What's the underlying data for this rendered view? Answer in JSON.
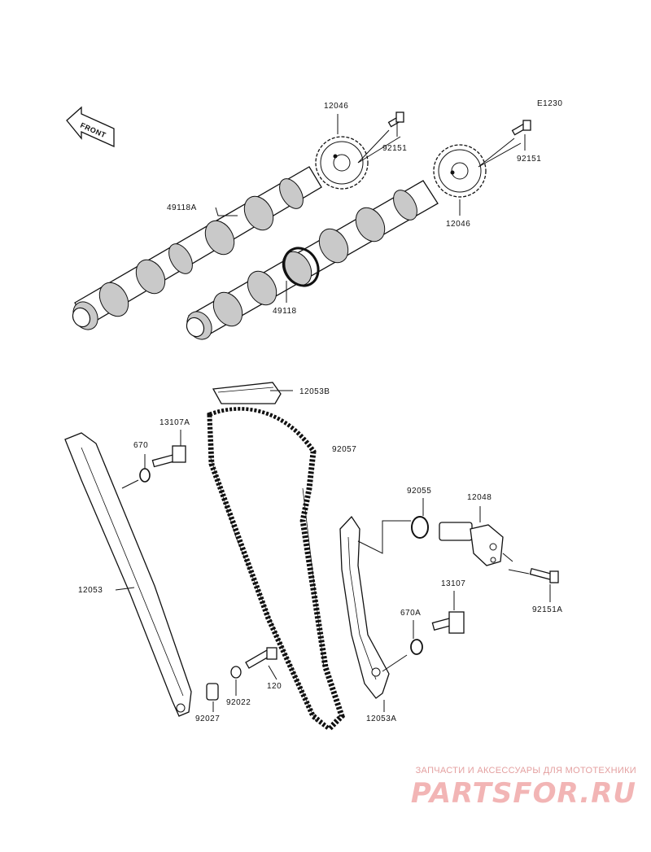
{
  "diagram_code": "E1230",
  "front_label": "FRONT",
  "parts": {
    "sprocket_upper": "12046",
    "bolt_upper": "92151",
    "camshaft_upper": "49118A",
    "sprocket_right": "12046",
    "bolt_right": "92151",
    "camshaft_lower": "49118",
    "guide_top": "12053B",
    "bolt_13107a": "13107A",
    "oring_670": "670",
    "chain": "92057",
    "oring_92055": "92055",
    "tensioner": "12048",
    "guide_left": "12053",
    "bolt_13107": "13107",
    "bolt_92151a": "92151A",
    "oring_670a": "670A",
    "bolt_120": "120",
    "washer_92022": "92022",
    "collar_92027": "92027",
    "guide_right": "12053A"
  },
  "watermark": {
    "caption": "ЗАПЧАСТИ И АКСЕССУАРЫ ДЛЯ МОТОТЕХНИКИ",
    "logo": "PARTSFOR.RU"
  }
}
